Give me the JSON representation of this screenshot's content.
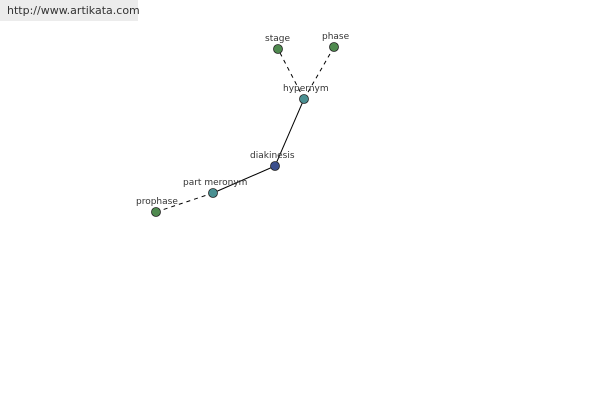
{
  "watermark": {
    "url": "http://www.artikata.com"
  },
  "colors": {
    "edge": "#000000",
    "node_outline": "#222222",
    "leaf_node": "#4f8a4f",
    "relation_node": "#4a9092",
    "center_node": "#3b4f8c"
  },
  "graph": {
    "nodes": [
      {
        "id": "diakinesis",
        "label": "diakinesis",
        "role": "center"
      },
      {
        "id": "hypernym",
        "label": "hypernym",
        "role": "relation"
      },
      {
        "id": "part_meronym",
        "label": "part meronym",
        "role": "relation"
      },
      {
        "id": "stage",
        "label": "stage",
        "role": "leaf"
      },
      {
        "id": "phase",
        "label": "phase",
        "role": "leaf"
      },
      {
        "id": "prophase",
        "label": "prophase",
        "role": "leaf"
      }
    ],
    "edges": [
      {
        "from": "diakinesis",
        "to": "hypernym",
        "style": "solid"
      },
      {
        "from": "diakinesis",
        "to": "part_meronym",
        "style": "solid"
      },
      {
        "from": "hypernym",
        "to": "stage",
        "style": "dashed"
      },
      {
        "from": "hypernym",
        "to": "phase",
        "style": "dashed"
      },
      {
        "from": "part_meronym",
        "to": "prophase",
        "style": "dashed"
      }
    ]
  }
}
